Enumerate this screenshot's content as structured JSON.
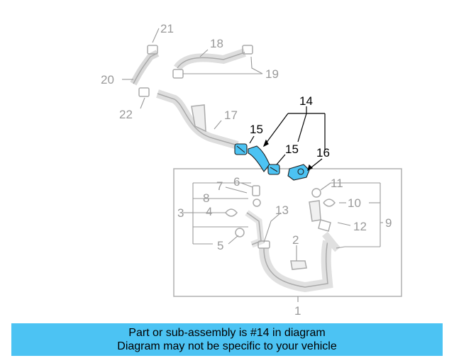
{
  "callouts": {
    "c1": "1",
    "c2": "2",
    "c3": "3",
    "c4": "4",
    "c5": "5",
    "c6": "6",
    "c7": "7",
    "c8": "8",
    "c9": "9",
    "c10": "10",
    "c11": "11",
    "c12": "12",
    "c13": "13",
    "c14": "14",
    "c15a": "15",
    "c15b": "15",
    "c16": "16",
    "c17": "17",
    "c18": "18",
    "c19": "19",
    "c20": "20",
    "c21": "21",
    "c22": "22"
  },
  "colors": {
    "highlight": "#4cc3f3",
    "muted": "#9a9a9a",
    "banner": "#4cc3f3"
  },
  "banner": {
    "line1": "Part or sub-assembly is #14 in diagram",
    "line2": "Diagram may not be specific to your vehicle"
  }
}
